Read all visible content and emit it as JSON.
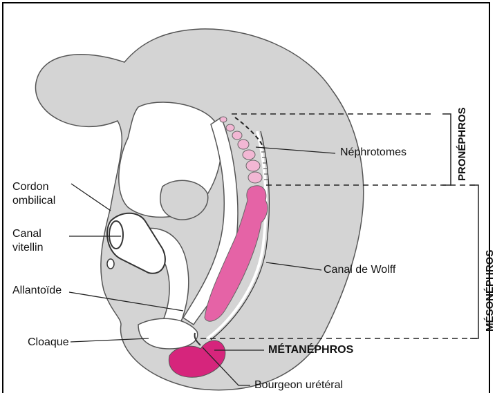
{
  "labels": {
    "cordon_line1": "Cordon",
    "cordon_line2": "ombilical",
    "canal_vitellin_line1": "Canal",
    "canal_vitellin_line2": "vitellin",
    "allantoide": "Allantoïde",
    "cloaque": "Cloaque",
    "nephrotomes": "Néphrotomes",
    "canal_de_wolff": "Canal de Wolff",
    "metanephros": "MÉTANÉPHROS",
    "bourgeon_ureteral": "Bourgeon urétéral",
    "pronephros": "PRONÉPHROS",
    "mesonephros": "MÉSONÉPHROS"
  },
  "colors": {
    "embryo": "#d4d4d4",
    "nephrotome_pink": "#f2b7d4",
    "mesonephros_pink": "#e563a6",
    "metanephros_magenta": "#d6257c"
  }
}
